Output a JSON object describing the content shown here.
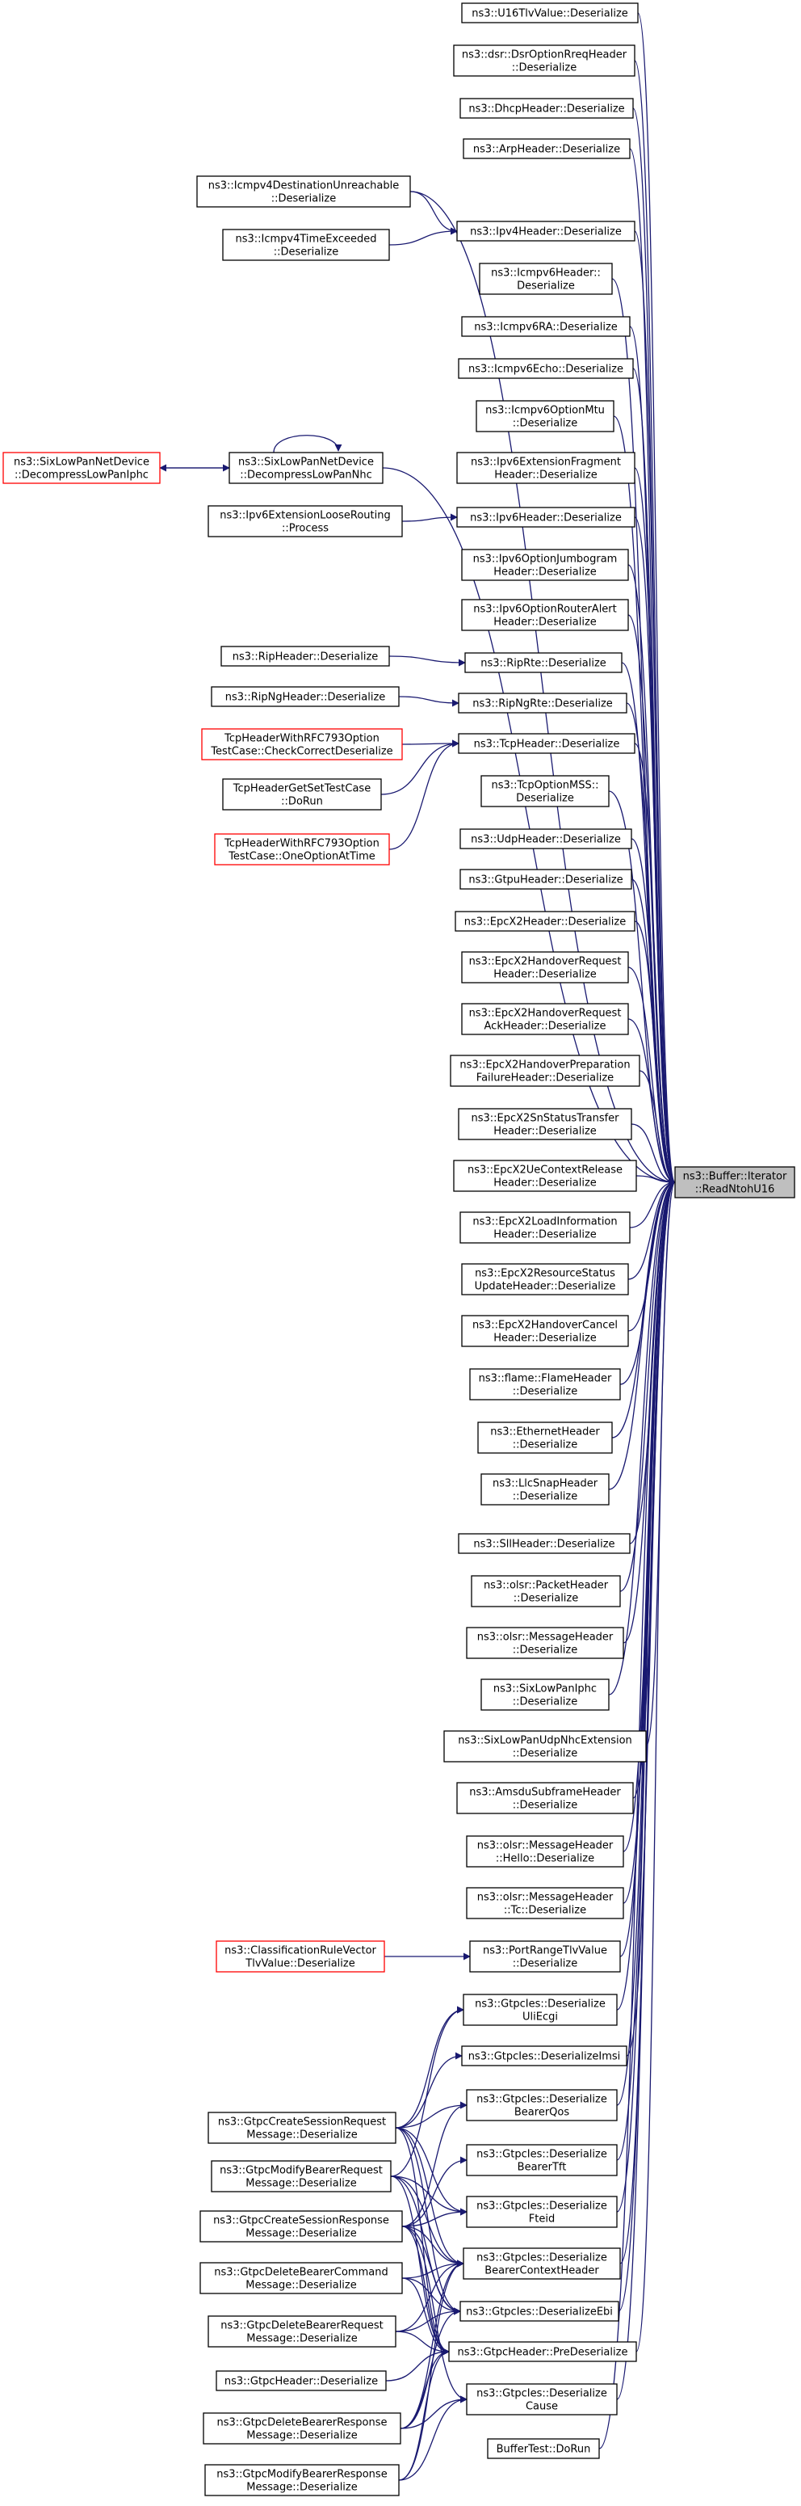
{
  "colors": {
    "edge": "#191970",
    "node_border": "#000000",
    "highlight_border": "#ff0000",
    "focus_fill": "#bfbfbf"
  },
  "nodes": {
    "focus": [
      "ns3::Buffer::Iterator",
      "::ReadNtohU16"
    ],
    "u16": [
      "ns3::U16TlvValue::Deserialize"
    ],
    "dsr": [
      "ns3::dsr::DsrOptionRreqHeader",
      "::Deserialize"
    ],
    "dhcp": [
      "ns3::DhcpHeader::Deserialize"
    ],
    "arp": [
      "ns3::ArpHeader::Deserialize"
    ],
    "icmpv4du": [
      "ns3::Icmpv4DestinationUnreachable",
      "::Deserialize"
    ],
    "ipv4": [
      "ns3::Ipv4Header::Deserialize"
    ],
    "icmpv4te": [
      "ns3::Icmpv4TimeExceeded",
      "::Deserialize"
    ],
    "icmpv6h": [
      "ns3::Icmpv6Header::",
      "Deserialize"
    ],
    "icmpv6ra": [
      "ns3::Icmpv6RA::Deserialize"
    ],
    "icmpv6echo": [
      "ns3::Icmpv6Echo::Deserialize"
    ],
    "icmpv6mtu": [
      "ns3::Icmpv6OptionMtu",
      "::Deserialize"
    ],
    "ipv6frag": [
      "ns3::Ipv6ExtensionFragment",
      "Header::Deserialize"
    ],
    "sixnhc": [
      "ns3::SixLowPanNetDevice",
      "::DecompressLowPanNhc"
    ],
    "sixiphc": [
      "ns3::SixLowPanNetDevice",
      "::DecompressLowPanIphc"
    ],
    "ipv6h": [
      "ns3::Ipv6Header::Deserialize"
    ],
    "ipv6loose": [
      "ns3::Ipv6ExtensionLooseRouting",
      "::Process"
    ],
    "ipv6jumbo": [
      "ns3::Ipv6OptionJumbogram",
      "Header::Deserialize"
    ],
    "ipv6ra": [
      "ns3::Ipv6OptionRouterAlert",
      "Header::Deserialize"
    ],
    "riprte": [
      "ns3::RipRte::Deserialize"
    ],
    "riph": [
      "ns3::RipHeader::Deserialize"
    ],
    "ripngrte": [
      "ns3::RipNgRte::Deserialize"
    ],
    "ripngh": [
      "ns3::RipNgHeader::Deserialize"
    ],
    "tcph": [
      "ns3::TcpHeader::Deserialize"
    ],
    "tcptest1": [
      "TcpHeaderWithRFC793Option",
      "TestCase::CheckCorrectDeserialize"
    ],
    "tcptest2": [
      "TcpHeaderGetSetTestCase",
      "::DoRun"
    ],
    "tcptest3": [
      "TcpHeaderWithRFC793Option",
      "TestCase::OneOptionAtTime"
    ],
    "tcpmss": [
      "ns3::TcpOptionMSS::",
      "Deserialize"
    ],
    "udp": [
      "ns3::UdpHeader::Deserialize"
    ],
    "gtpu": [
      "ns3::GtpuHeader::Deserialize"
    ],
    "epcx2": [
      "ns3::EpcX2Header::Deserialize"
    ],
    "epcx2hr": [
      "ns3::EpcX2HandoverRequest",
      "Header::Deserialize"
    ],
    "epcx2hra": [
      "ns3::EpcX2HandoverRequest",
      "AckHeader::Deserialize"
    ],
    "epcx2hpf": [
      "ns3::EpcX2HandoverPreparation",
      "FailureHeader::Deserialize"
    ],
    "epcx2sn": [
      "ns3::EpcX2SnStatusTransfer",
      "Header::Deserialize"
    ],
    "epcx2uec": [
      "ns3::EpcX2UeContextRelease",
      "Header::Deserialize"
    ],
    "epcx2li": [
      "ns3::EpcX2LoadInformation",
      "Header::Deserialize"
    ],
    "epcx2rs": [
      "ns3::EpcX2ResourceStatus",
      "UpdateHeader::Deserialize"
    ],
    "epcx2hc": [
      "ns3::EpcX2HandoverCancel",
      "Header::Deserialize"
    ],
    "flame": [
      "ns3::flame::FlameHeader",
      "::Deserialize"
    ],
    "eth": [
      "ns3::EthernetHeader",
      "::Deserialize"
    ],
    "llc": [
      "ns3::LlcSnapHeader",
      "::Deserialize"
    ],
    "sll": [
      "ns3::SllHeader::Deserialize"
    ],
    "olsrpkt": [
      "ns3::olsr::PacketHeader",
      "::Deserialize"
    ],
    "olsrmsg": [
      "ns3::olsr::MessageHeader",
      "::Deserialize"
    ],
    "sixiphch": [
      "ns3::SixLowPanIphc",
      "::Deserialize"
    ],
    "sixudp": [
      "ns3::SixLowPanUdpNhcExtension",
      "::Deserialize"
    ],
    "amsdu": [
      "ns3::AmsduSubframeHeader",
      "::Deserialize"
    ],
    "olsrhello": [
      "ns3::olsr::MessageHeader",
      "::Hello::Deserialize"
    ],
    "olsrtc": [
      "ns3::olsr::MessageHeader",
      "::Tc::Deserialize"
    ],
    "portrange": [
      "ns3::PortRangeTlvValue",
      "::Deserialize"
    ],
    "classrule": [
      "ns3::ClassificationRuleVector",
      "TlvValue::Deserialize"
    ],
    "ieuli": [
      "ns3::GtpcIes::Deserialize",
      "UliEcgi"
    ],
    "ieimsi": [
      "ns3::GtpcIes::DeserializeImsi"
    ],
    "ieqos": [
      "ns3::GtpcIes::Deserialize",
      "BearerQos"
    ],
    "ietft": [
      "ns3::GtpcIes::Deserialize",
      "BearerTft"
    ],
    "iefteid": [
      "ns3::GtpcIes::Deserialize",
      "Fteid"
    ],
    "iebch": [
      "ns3::GtpcIes::Deserialize",
      "BearerContextHeader"
    ],
    "ieebi": [
      "ns3::GtpcIes::DeserializeEbi"
    ],
    "gtpcpre": [
      "ns3::GtpcHeader::PreDeserialize"
    ],
    "iecause": [
      "ns3::GtpcIes::Deserialize",
      "Cause"
    ],
    "buftest": [
      "BufferTest::DoRun"
    ],
    "csreq": [
      "ns3::GtpcCreateSessionRequest",
      "Message::Deserialize"
    ],
    "mbreq": [
      "ns3::GtpcModifyBearerRequest",
      "Message::Deserialize"
    ],
    "csres": [
      "ns3::GtpcCreateSessionResponse",
      "Message::Deserialize"
    ],
    "dbcmd": [
      "ns3::GtpcDeleteBearerCommand",
      "Message::Deserialize"
    ],
    "dbreq": [
      "ns3::GtpcDeleteBearerRequest",
      "Message::Deserialize"
    ],
    "gtpch": [
      "ns3::GtpcHeader::Deserialize"
    ],
    "dbres": [
      "ns3::GtpcDeleteBearerResponse",
      "Message::Deserialize"
    ],
    "mbres": [
      "ns3::GtpcModifyBearerResponse",
      "Message::Deserialize"
    ]
  }
}
